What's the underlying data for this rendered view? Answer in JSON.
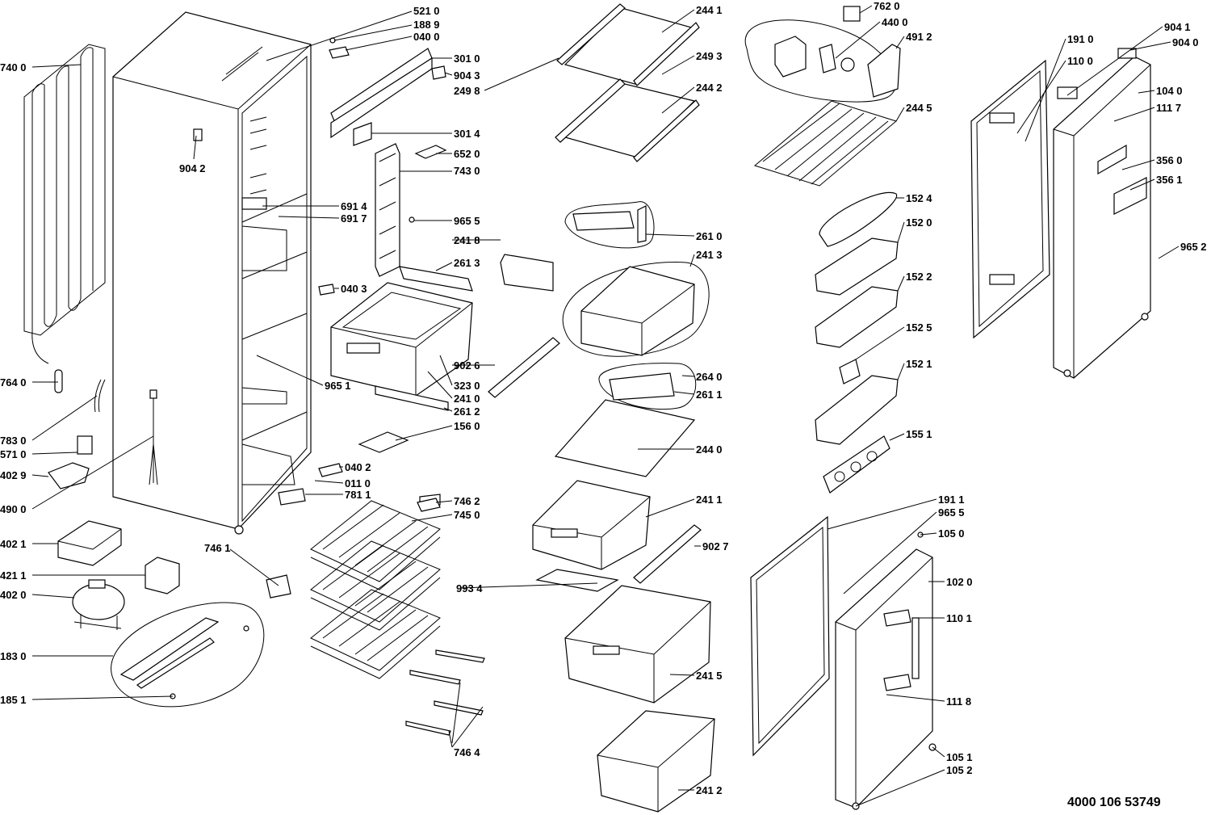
{
  "labels": {
    "l5210": "521 0",
    "l1889": "188 9",
    "l0400": "040 0",
    "l3010": "301 0",
    "l9043": "904 3",
    "l2498": "249 8",
    "l3014": "301 4",
    "l6520": "652 0",
    "l7430": "743 0",
    "l9655a": "965 5",
    "l2418": "241 8",
    "l2613": "261 3",
    "l0403": "040 3",
    "l9042": "904 2",
    "l6914": "691 4",
    "l6917": "691 7",
    "l7400": "740 0",
    "l7640": "764 0",
    "l7830": "783 0",
    "l5710": "571 0",
    "l4029": "402 9",
    "l4900": "490 0",
    "l9651": "965 1",
    "l3230": "323 0",
    "l2410": "241 0",
    "l2612": "261 2",
    "l1560": "156 0",
    "l9026": "902 6",
    "l0402": "040 2",
    "l0110": "011 0",
    "l7811": "781 1",
    "l4021": "402 1",
    "l4211": "421 1",
    "l4020": "402 0",
    "l1830": "183 0",
    "l1851": "185 1",
    "l7461": "746 1",
    "l7462": "746 2",
    "l7450": "745 0",
    "l7464": "746 4",
    "l2441": "244 1",
    "l2493": "249 3",
    "l2442": "244 2",
    "l2610": "261 0",
    "l2413": "241 3",
    "l2640": "264 0",
    "l2611": "261 1",
    "l2440": "244 0",
    "l2411": "241 1",
    "l9027": "902 7",
    "l9934": "993 4",
    "l2415": "241 5",
    "l2412": "241 2",
    "l7620": "762 0",
    "l4400": "440 0",
    "l4912": "491 2",
    "l2445": "244 5",
    "l1524": "152 4",
    "l1520": "152 0",
    "l1522": "152 2",
    "l1525": "152 5",
    "l1521": "152 1",
    "l1551": "155 1",
    "l1911": "191 1",
    "l9655b": "965 5",
    "l1050": "105 0",
    "l1020": "102 0",
    "l1101": "110 1",
    "l1118": "111 8",
    "l1051": "105 1",
    "l1052": "105 2",
    "l1910": "191 0",
    "l1100": "110 0",
    "l9041": "904 1",
    "l9040": "904 0",
    "l1040": "104 0",
    "l1117": "111 7",
    "l3560": "356 0",
    "l3561": "356 1",
    "l9652": "965 2"
  },
  "document_number": "4000 106 53749"
}
